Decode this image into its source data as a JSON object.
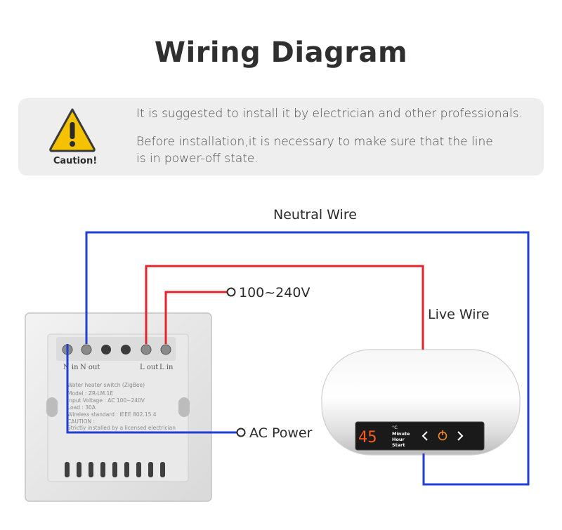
{
  "title": "Wiring Diagram",
  "caution": {
    "icon": "warning-triangle-icon",
    "label": "Caution!",
    "line1": "It is suggested to install it by electrician and other professionals.",
    "line2a": "Before installation,it is necessary to make sure that the line",
    "line2b": "is in power-off state."
  },
  "labels": {
    "neutral_wire": "Neutral Wire",
    "voltage": "100~240V",
    "live_wire": "Live Wire",
    "ac_power": "AC Power"
  },
  "switch": {
    "terminals": [
      "N in",
      "N out",
      "L out",
      "L in"
    ],
    "info": [
      "Water heater switch (ZigBee)",
      "Model : ZR-LM.1E",
      "Input Voltage : AC 100~240V",
      "Load : 30A",
      "Wireless standard : IEEE 802.15.4",
      "CAUTION :",
      "Strictly installed by a licensed electrician"
    ]
  },
  "heater": {
    "display_value": "45",
    "unit": "°C",
    "mode_lines": [
      "Minute",
      "Hour",
      "Start"
    ]
  },
  "colors": {
    "neutral": "#1f3fd6",
    "live": "#e0262b",
    "caution_bg": "#eeeeee",
    "warning": "#f5c200"
  }
}
